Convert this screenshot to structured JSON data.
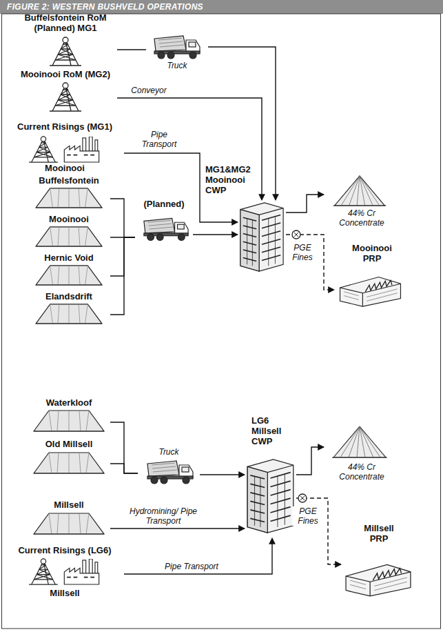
{
  "diagram": {
    "title": "FIGURE 2: WESTERN BUSHVELD OPERATIONS",
    "nodes": [
      {
        "text": [
          "Buffelsfontein RoM (Planned) MG1"
        ]
      },
      {
        "text": [
          "Truck"
        ]
      },
      {
        "text": [
          "Mooinooi RoM (MG2)"
        ]
      },
      {
        "text": [
          "Current Risings (MG1)",
          "Mooinooi"
        ]
      },
      {
        "text": [
          "Buffelsfontein"
        ]
      },
      {
        "text": [
          "Mooinooi"
        ]
      },
      {
        "text": [
          "Hernic Void"
        ]
      },
      {
        "text": [
          "Elandsdrift"
        ]
      },
      {
        "text": [
          "(Planned)"
        ]
      },
      {
        "text": [
          "MG1&MG2 Mooinooi CWP"
        ]
      },
      {
        "text": [
          "44% Cr Concentrate"
        ]
      },
      {
        "text": [
          "Mooinooi PRP"
        ]
      },
      {
        "text": [
          "Waterkloof"
        ]
      },
      {
        "text": [
          "Old Millsell"
        ]
      },
      {
        "text": [
          "Truck"
        ]
      },
      {
        "text": [
          "Millsell"
        ]
      },
      {
        "text": [
          "Current Risings (LG6)",
          "Millsell"
        ]
      },
      {
        "text": [
          "LG6 Millsell CWP"
        ]
      },
      {
        "text": [
          "44% Cr Concentrate"
        ]
      },
      {
        "text": [
          "Millsell PRP"
        ]
      }
    ],
    "edges": [
      {
        "from": 0,
        "to": 1,
        "arrow": "none"
      },
      {
        "from": 1,
        "to": 9,
        "arrow": "to"
      },
      {
        "from": 2,
        "to": 9,
        "label": "Conveyor",
        "arrow": "to"
      },
      {
        "from": 3,
        "to": 9,
        "label": "Pipe Transport",
        "arrow": "to"
      },
      {
        "from": 4,
        "to": 8,
        "arrow": "none"
      },
      {
        "from": 5,
        "to": 8,
        "arrow": "none"
      },
      {
        "from": 6,
        "to": 8,
        "arrow": "none"
      },
      {
        "from": 7,
        "to": 8,
        "arrow": "none"
      },
      {
        "from": 8,
        "to": 9,
        "arrow": "to"
      },
      {
        "from": 9,
        "to": 10,
        "arrow": "to"
      },
      {
        "from": 9,
        "to": 11,
        "label": "PGE Fines",
        "arrow": "to"
      },
      {
        "from": 12,
        "to": 14,
        "arrow": "none"
      },
      {
        "from": 13,
        "to": 14,
        "arrow": "none"
      },
      {
        "from": 14,
        "to": 17,
        "arrow": "to"
      },
      {
        "from": 15,
        "to": 17,
        "label": "Hydromining/ Pipe Transport",
        "arrow": "to"
      },
      {
        "from": 16,
        "to": 17,
        "label": "Pipe Transport",
        "arrow": "to"
      },
      {
        "from": 17,
        "to": 18,
        "arrow": "to"
      },
      {
        "from": 17,
        "to": 19,
        "label": "PGE Fines",
        "arrow": "to"
      }
    ]
  }
}
